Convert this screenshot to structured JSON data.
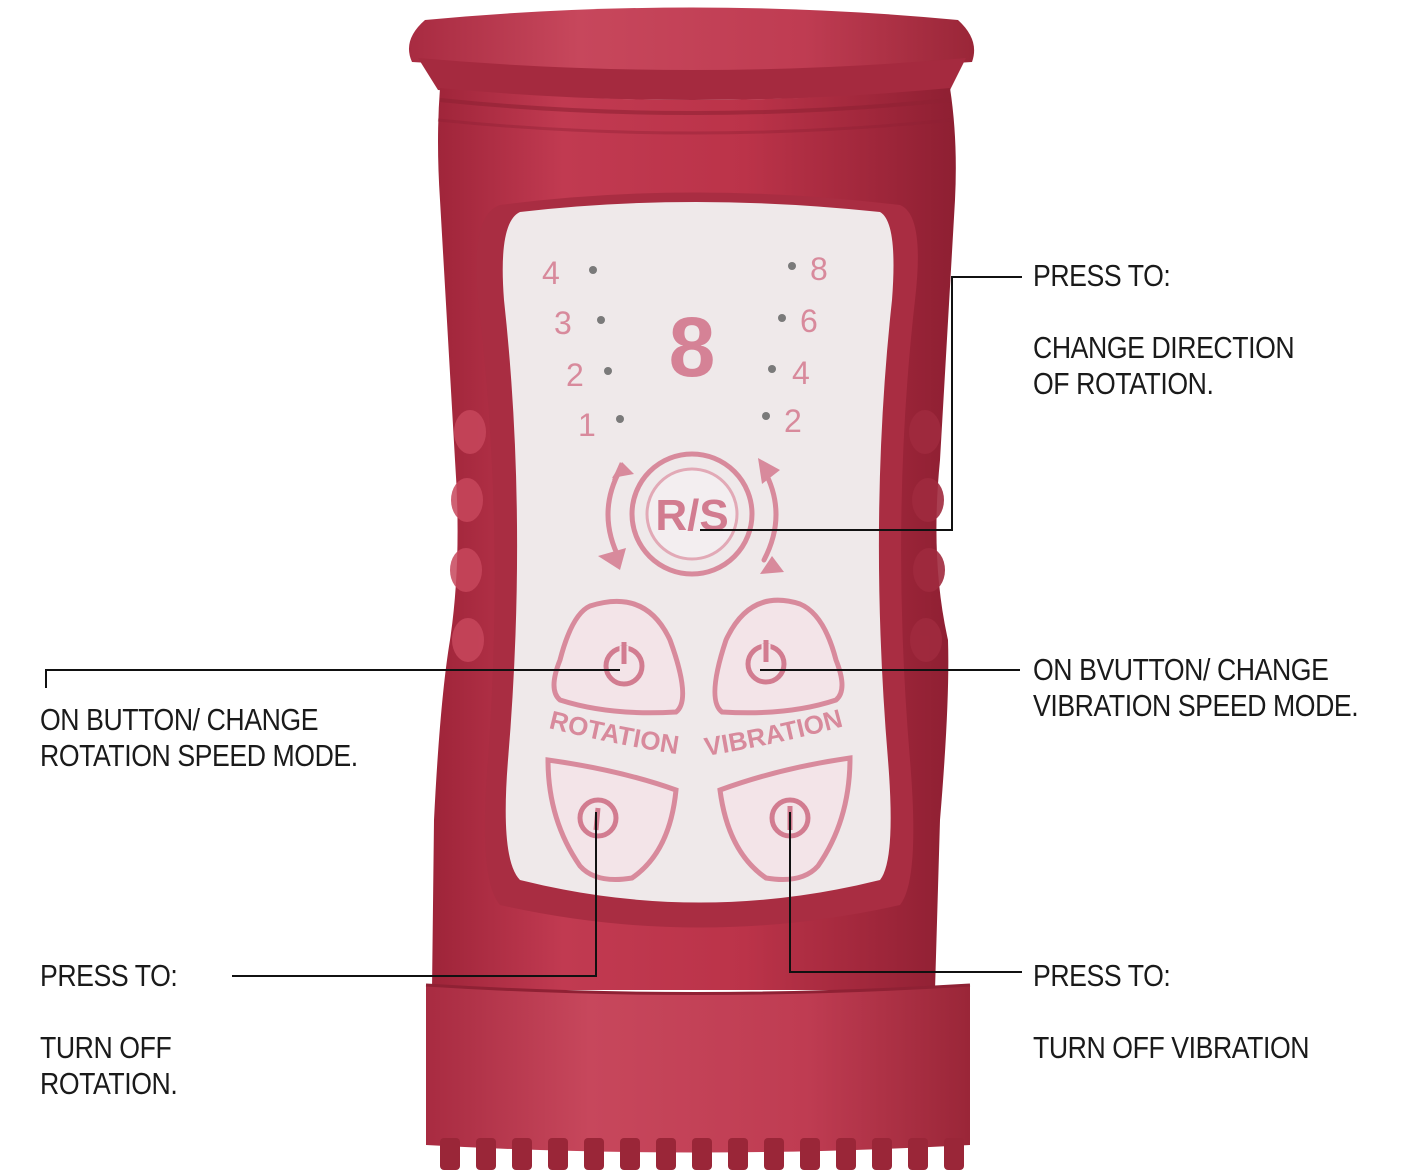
{
  "colors": {
    "body": "#b8334a",
    "body_dark": "#8f2134",
    "body_light": "#c94a5e",
    "panel": "#efe9ea",
    "print": "#d88a9c",
    "print_dark": "#c27084",
    "led": "#7a7a7a",
    "line": "#111111"
  },
  "panel": {
    "display_digit": "8",
    "rotation_levels": [
      "4",
      "3",
      "2",
      "1"
    ],
    "vibration_levels": [
      "8",
      "6",
      "4",
      "2"
    ],
    "rs_label": "R/S",
    "rotation_label": "ROTATION",
    "vibration_label": "VIBRATION",
    "icons": [
      "power-icon",
      "off-icon",
      "rotate-arrows-icon"
    ]
  },
  "callouts": {
    "rs": {
      "heading": "PRESS TO:",
      "line1": "CHANGE DIRECTION",
      "line2": "OF ROTATION."
    },
    "rot_on": {
      "line1": "ON BUTTON/ CHANGE",
      "line2": "ROTATION SPEED MODE."
    },
    "vib_on": {
      "line1": "ON BVUTTON/ CHANGE",
      "line2": "VIBRATION SPEED MODE."
    },
    "rot_off": {
      "heading": "PRESS TO:",
      "line1": "TURN OFF",
      "line2": "ROTATION."
    },
    "vib_off": {
      "heading": "PRESS TO:",
      "line1": "TURN OFF VIBRATION"
    }
  }
}
